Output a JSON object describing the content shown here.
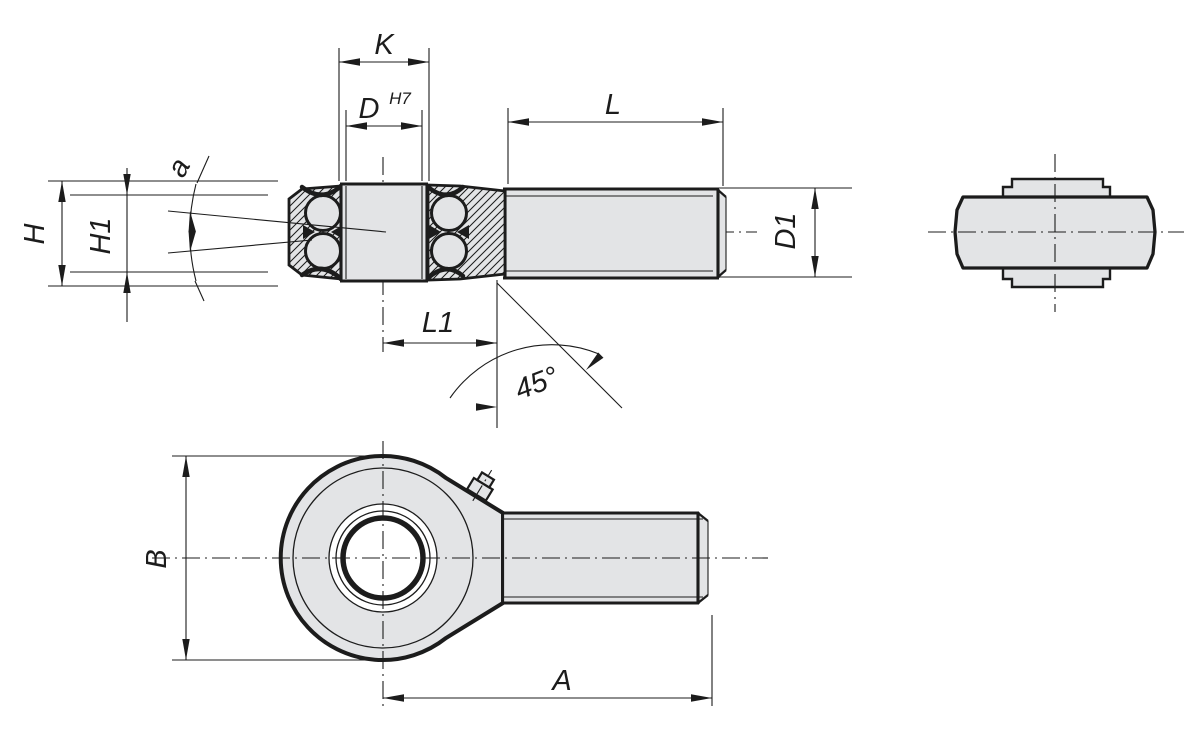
{
  "drawing": {
    "type": "technical-drawing",
    "subject": "rod-end-with-ball-bearing",
    "colors": {
      "line": "#1c1c1c",
      "part_fill": "#e3e4e6",
      "background": "#ffffff"
    },
    "views": {
      "section_view": {
        "labels": {
          "ring_width": "K",
          "bore": "D",
          "bore_tolerance": "H7",
          "thread_length": "L",
          "head_height": "H",
          "housing_height": "H1",
          "tilt_angle": "a",
          "neck_length": "L1",
          "chamfer_angle": "45°",
          "thread_diameter": "D1"
        }
      },
      "front_view": {
        "labels": {
          "head_width": "B",
          "overall_length": "A"
        }
      },
      "profile_view": {
        "labels": {}
      }
    }
  }
}
